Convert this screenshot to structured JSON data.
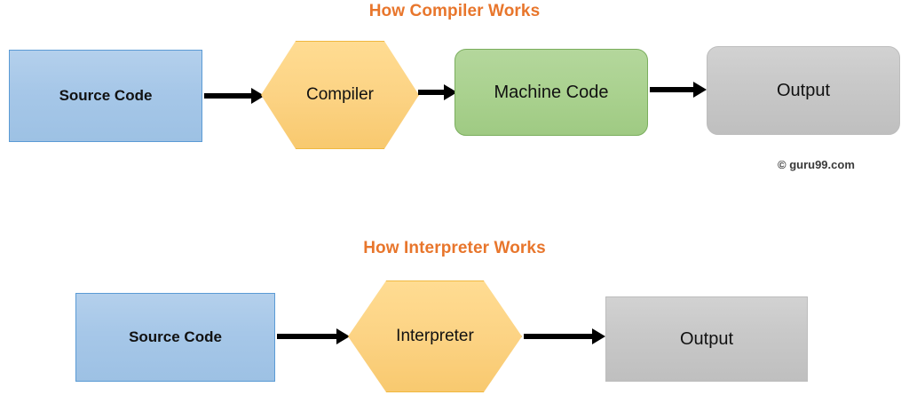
{
  "page": {
    "background": "#FFFFFF",
    "watermark": "© guru99.com"
  },
  "palette": {
    "title_orange": "#E8762C",
    "source_blue_fill": "#A6C7E8",
    "source_blue_border": "#5B9BD5",
    "process_amber_fill": "#FCD384",
    "process_amber_border": "#F0B840",
    "machine_green_fill": "#A9D18E",
    "machine_green_border": "#7BAE5E",
    "output_gray_fill": "#C9C9C9",
    "output_gray_border": "#BDBDBD",
    "arrow_black": "#000000",
    "text_black": "#111111"
  },
  "diagrams": [
    {
      "id": "compiler",
      "title": "How Compiler Works",
      "nodes": [
        {
          "id": "compiler-source",
          "label": "Source Code",
          "shape": "rectangle",
          "role": "input"
        },
        {
          "id": "compiler-process",
          "label": "Compiler",
          "shape": "hexagon",
          "role": "process"
        },
        {
          "id": "compiler-machine",
          "label": "Machine Code",
          "shape": "rounded-rectangle",
          "role": "artifact"
        },
        {
          "id": "compiler-output",
          "label": "Output",
          "shape": "rounded-rectangle",
          "role": "output"
        }
      ],
      "edges": [
        {
          "from": "compiler-source",
          "to": "compiler-process"
        },
        {
          "from": "compiler-process",
          "to": "compiler-machine"
        },
        {
          "from": "compiler-machine",
          "to": "compiler-output"
        }
      ]
    },
    {
      "id": "interpreter",
      "title": "How Interpreter Works",
      "nodes": [
        {
          "id": "interpreter-source",
          "label": "Source Code",
          "shape": "rectangle",
          "role": "input"
        },
        {
          "id": "interpreter-process",
          "label": "Interpreter",
          "shape": "hexagon",
          "role": "process"
        },
        {
          "id": "interpreter-output",
          "label": "Output",
          "shape": "rectangle",
          "role": "output"
        }
      ],
      "edges": [
        {
          "from": "interpreter-source",
          "to": "interpreter-process"
        },
        {
          "from": "interpreter-process",
          "to": "interpreter-output"
        }
      ]
    }
  ]
}
